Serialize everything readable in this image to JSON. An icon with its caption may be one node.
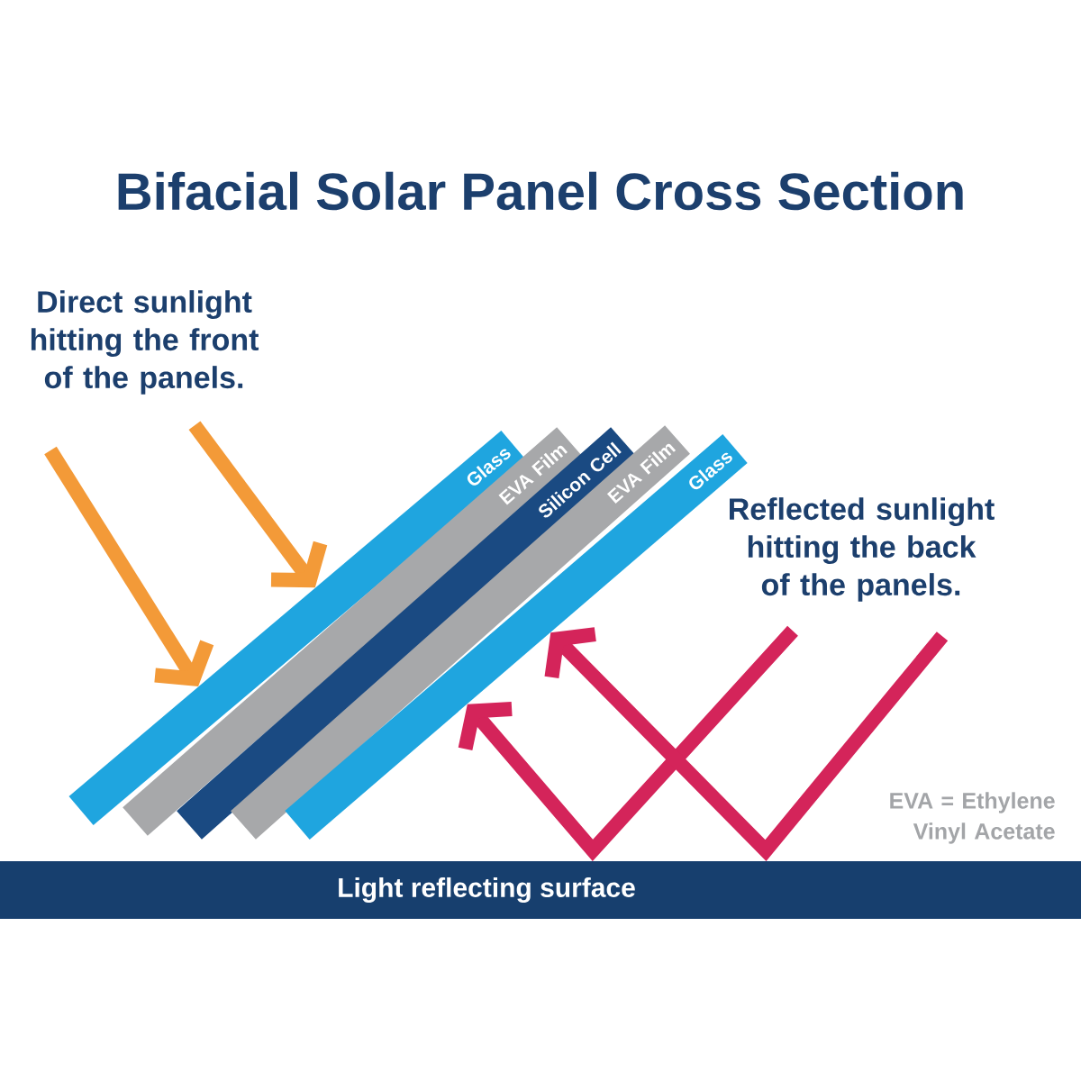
{
  "diagram": {
    "title": "Bifacial Solar Panel Cross Section",
    "nodes": [
      {
        "text": [
          "Glass"
        ]
      },
      {
        "text": [
          "EVA Film"
        ]
      },
      {
        "text": [
          "Silicon Cell"
        ]
      },
      {
        "text": [
          "EVA Film"
        ]
      },
      {
        "text": [
          "Glass"
        ]
      },
      {
        "text": [
          "Direct sunlight hitting the front of the panels."
        ]
      },
      {
        "text": [
          "Reflected sunlight hitting the back of the panels."
        ]
      },
      {
        "text": [
          "Light reflecting surface"
        ]
      }
    ],
    "edges": [
      {
        "from": null,
        "to": 0,
        "arrow": "to",
        "color": "#f39a38"
      },
      {
        "from": 5,
        "to": 0,
        "arrow": "to",
        "color": "#f39a38"
      },
      {
        "from": 6,
        "to": 4,
        "arrow": "to",
        "color": "#d4245a"
      },
      {
        "from": 6,
        "to": 4,
        "arrow": "to",
        "color": "#d4245a"
      }
    ],
    "labels": [
      "EVA = Ethylene Vinyl Acetate"
    ]
  }
}
